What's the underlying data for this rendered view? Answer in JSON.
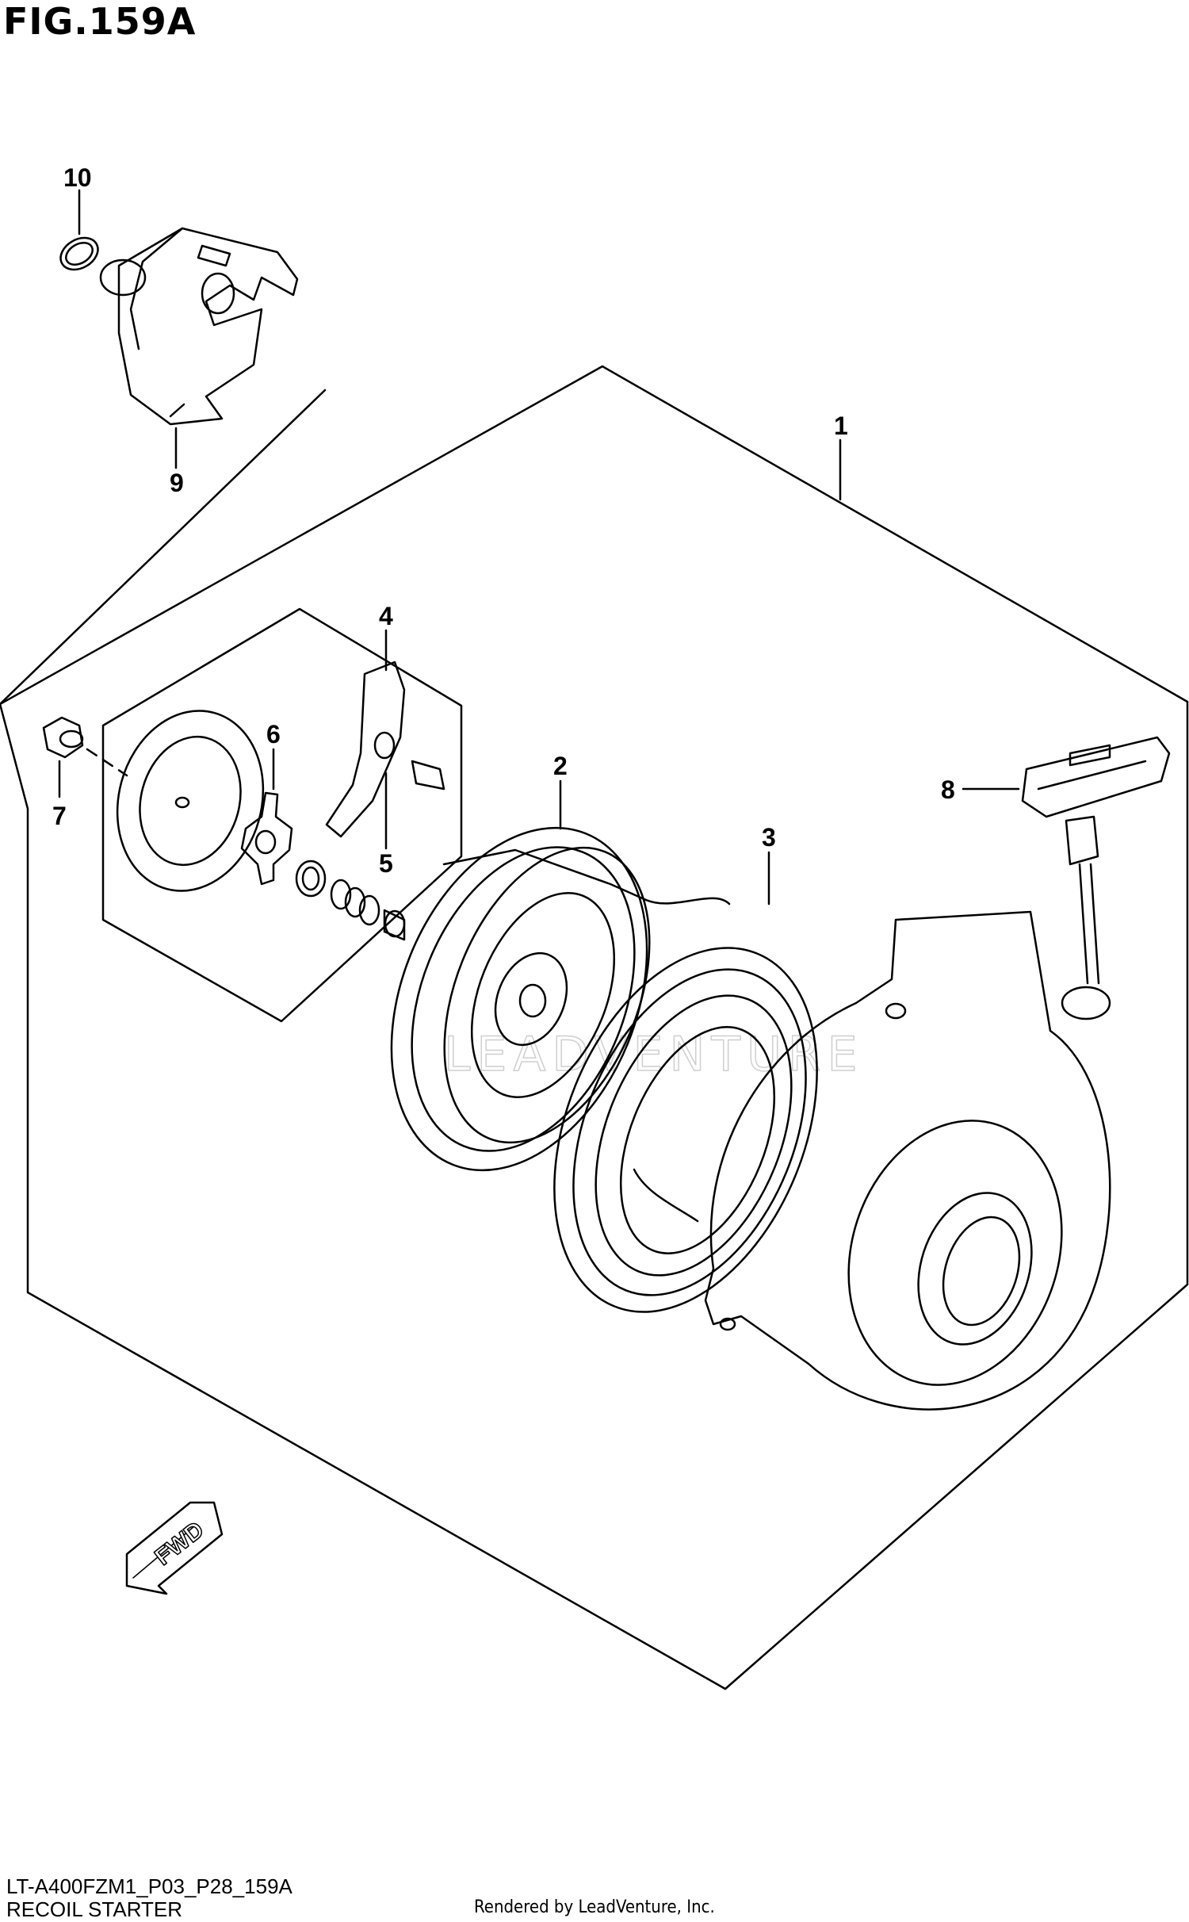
{
  "figure": {
    "title": "FIG.159A",
    "model_code": "LT-A400FZM1_P03_P28_159A",
    "section_name": "RECOIL STARTER",
    "render_credit": "Rendered by LeadVenture, Inc.",
    "watermark": "LEADVENTURE",
    "fwd_label": "FWD"
  },
  "callouts": {
    "c1": "1",
    "c2": "2",
    "c3": "3",
    "c4": "4",
    "c5": "5",
    "c6": "6",
    "c7": "7",
    "c8": "8",
    "c9": "9",
    "c10": "10"
  },
  "colors": {
    "line": "#000000",
    "background": "#ffffff",
    "watermark": "#cfcfcf"
  }
}
